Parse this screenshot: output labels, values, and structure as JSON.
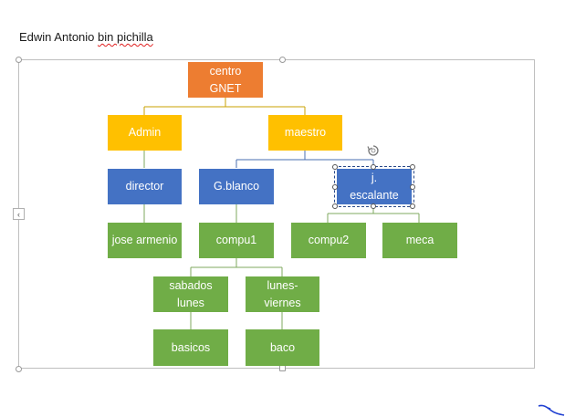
{
  "document": {
    "heading_text": "Edwin Antonio ",
    "heading_misspelled": "bin pichilla"
  },
  "org_chart": {
    "nodes": {
      "root": "centro\nGNET",
      "admin": "Admin",
      "maestro": "maestro",
      "director": "director",
      "gblanco": "G.blanco",
      "jescalante": "j.\nescalante",
      "jose": "jose armenio",
      "compu1": "compu1",
      "compu2": "compu2",
      "meca": "meca",
      "sabados": "sabados\nlunes",
      "lunes": "lunes-\nviernes",
      "basicos": "basicos",
      "baco": "baco"
    },
    "selected_node": "jescalante"
  },
  "colors": {
    "root": "#ed7d31",
    "level1": "#ffc000",
    "level2": "#4472c4",
    "level3": "#70ad47"
  },
  "icons": {
    "side_tab": "collapse-arrow-icon",
    "rotate": "rotate-handle-icon",
    "pen": "ink-stroke-icon"
  }
}
